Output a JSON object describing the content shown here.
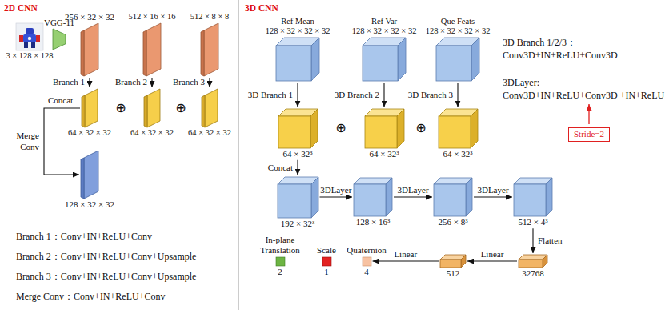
{
  "diagram": {
    "nodes": [
      {
        "text": [
          "3 × 128 × 128"
        ]
      },
      {
        "text": [
          "VGG-11"
        ]
      },
      {
        "text": [
          "256 × 32 × 32"
        ]
      },
      {
        "text": [
          "512 × 16 × 16"
        ]
      },
      {
        "text": [
          "512 × 8 × 8"
        ]
      },
      {
        "text": [
          "64 × 32 × 32"
        ]
      },
      {
        "text": [
          "64 × 32 × 32"
        ]
      },
      {
        "text": [
          "64 × 32 × 32"
        ]
      },
      {
        "text": [
          "128 × 32 × 32"
        ]
      },
      {
        "text": [
          "Ref Mean",
          "128 × 32 × 32 × 32"
        ]
      },
      {
        "text": [
          "Ref Var",
          "128 × 32 × 32 × 32"
        ]
      },
      {
        "text": [
          "Que Feats",
          "128 × 32 × 32 × 32"
        ]
      },
      {
        "text": [
          "64 × 32³"
        ]
      },
      {
        "text": [
          "64 × 32³"
        ]
      },
      {
        "text": [
          "64 × 32³"
        ]
      },
      {
        "text": [
          "192 × 32³"
        ]
      },
      {
        "text": [
          "128 × 16³"
        ]
      },
      {
        "text": [
          "256 × 8³"
        ]
      },
      {
        "text": [
          "512 × 4³"
        ]
      },
      {
        "text": [
          "32768"
        ]
      },
      {
        "text": [
          "512"
        ]
      },
      {
        "text": [
          "In-plane Translation",
          "2"
        ]
      },
      {
        "text": [
          "Scale",
          "1"
        ]
      },
      {
        "text": [
          "Quaternion",
          "4"
        ]
      },
      {
        "text": [
          "Stride=2"
        ]
      }
    ],
    "edges": [
      {
        "from": 2,
        "to": 5,
        "label": "Branch 1",
        "arrow": "to"
      },
      {
        "from": 3,
        "to": 6,
        "label": "Branch 2",
        "arrow": "to"
      },
      {
        "from": 4,
        "to": 7,
        "label": "Branch 3",
        "arrow": "to"
      },
      {
        "from": 5,
        "to": 8,
        "label": "Merge Conv",
        "arrow": "to"
      },
      {
        "from": 9,
        "to": 12,
        "label": "3D Branch 1",
        "arrow": "to"
      },
      {
        "from": 10,
        "to": 13,
        "label": "3D Branch 2",
        "arrow": "to"
      },
      {
        "from": 11,
        "to": 14,
        "label": "3D Branch 3",
        "arrow": "to"
      },
      {
        "from": 12,
        "to": 15,
        "label": "Concat",
        "arrow": "to"
      },
      {
        "from": 15,
        "to": 16,
        "label": "3DLayer",
        "arrow": "to"
      },
      {
        "from": 16,
        "to": 17,
        "label": "3DLayer",
        "arrow": "to"
      },
      {
        "from": 17,
        "to": 18,
        "label": "3DLayer",
        "arrow": "to"
      },
      {
        "from": 18,
        "to": 19,
        "label": "Flatten",
        "arrow": "to"
      },
      {
        "from": 19,
        "to": 20,
        "label": "Linear",
        "arrow": "to"
      },
      {
        "from": 20,
        "to": 23,
        "label": "Linear",
        "arrow": "to"
      }
    ],
    "labels": [
      "2D CNN",
      "⊕",
      "⊕",
      "Concat",
      "Branch 1：Conv+IN+ReLU+Conv",
      "Branch 2：Conv+IN+ReLU+Conv+Upsample",
      "Branch 3：Conv+IN+ReLU+Conv+Upsample",
      "Merge Conv：Conv+IN+ReLU+Conv",
      "3D CNN",
      "⊕",
      "⊕",
      "3D Branch 1/2/3：",
      "Conv3D+IN+ReLU+Conv3D",
      "3DLayer:",
      "Conv3D+IN+ReLU+Conv3D +IN+ReLU"
    ]
  }
}
